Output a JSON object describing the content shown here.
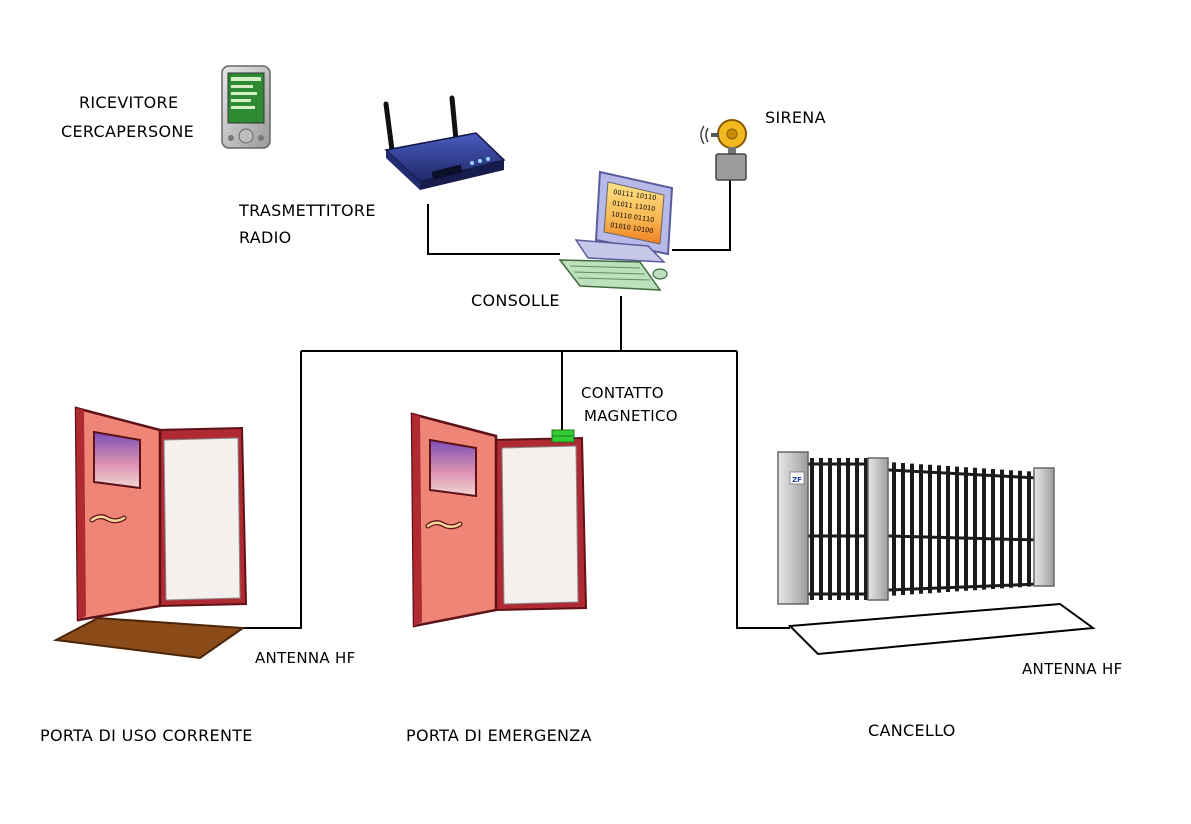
{
  "labels": {
    "pager_receiver_line1": "RICEVITORE",
    "pager_receiver_line2": "CERCAPERSONE",
    "radio_transmitter_line1": "TRASMETTITORE",
    "radio_transmitter_line2": "RADIO",
    "siren": "SIRENA",
    "console": "CONSOLLE",
    "magnetic_contact_line1": "CONTATTO",
    "magnetic_contact_line2": "MAGNETICO",
    "antenna_left": "ANTENNA HF",
    "antenna_right": "ANTENNA HF",
    "door_regular": "PORTA DI USO CORRENTE",
    "door_emergency": "PORTA DI EMERGENZA",
    "gate": "CANCELLO"
  },
  "monitor_screen_text": [
    "00111 10110",
    "01011 11010",
    "10110 01110",
    "01010 10100"
  ],
  "gate_logo": "ZF",
  "icons": {
    "pager_receiver": "pda-device-icon",
    "radio_transmitter": "wireless-router-icon",
    "console": "computer-workstation-icon",
    "siren": "alarm-bell-icon",
    "door_regular": "open-door-icon",
    "door_emergency": "open-door-icon",
    "gate": "sliding-gate-icon",
    "magnetic_contact": "magnetic-sensor-icon"
  },
  "colors": {
    "door_frame": "#b02a33",
    "door_panel": "#ef8577",
    "doormat": "#8b4b18",
    "magnetic_contact": "#33cc33",
    "wire": "#000000",
    "router_body": "#2d3a8c",
    "siren_bell": "#f2b81f"
  }
}
